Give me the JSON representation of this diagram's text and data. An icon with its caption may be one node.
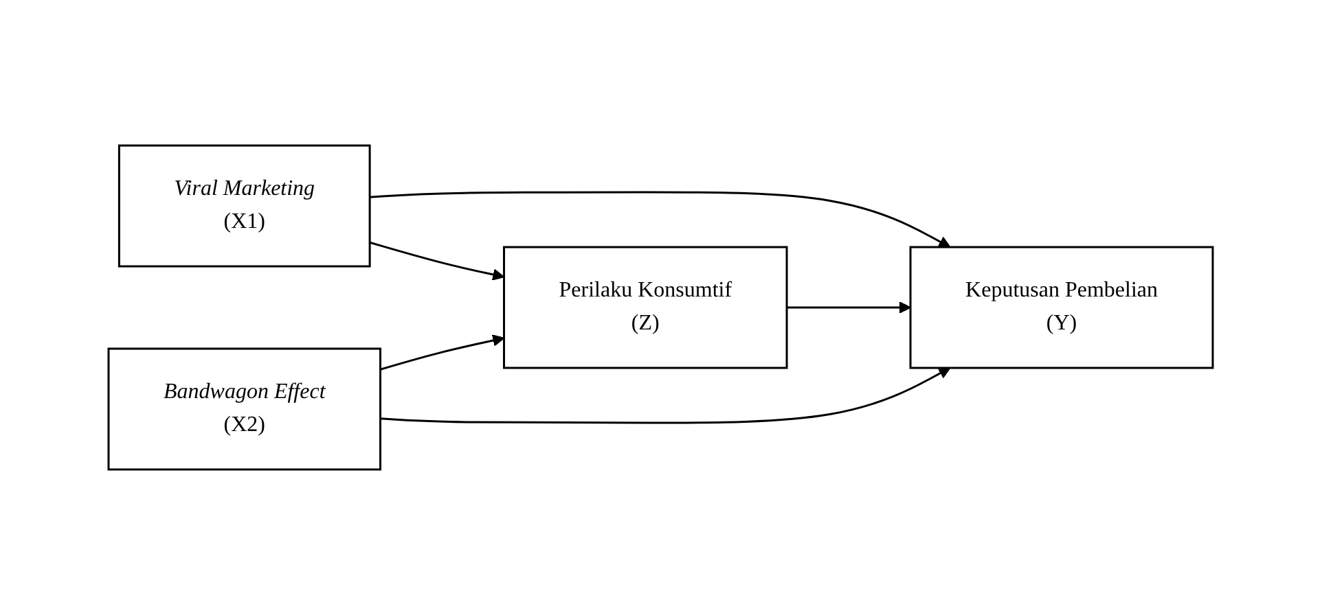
{
  "diagram": {
    "nodes": [
      {
        "text": [
          "Viral Marketing",
          "(X1)"
        ]
      },
      {
        "text": [
          "Bandwagon Effect",
          "(X2)"
        ]
      },
      {
        "text": [
          "Perilaku Konsumtif",
          "(Z)"
        ]
      },
      {
        "text": [
          "Keputusan Pembelian",
          "(Y)"
        ]
      }
    ],
    "edges": [
      {
        "from": 0,
        "to": 3,
        "arrow": "to"
      },
      {
        "from": 0,
        "to": 2,
        "arrow": "to"
      },
      {
        "from": 1,
        "to": 2,
        "arrow": "to"
      },
      {
        "from": 1,
        "to": 3,
        "arrow": "to"
      },
      {
        "from": 2,
        "to": 3,
        "arrow": "to"
      }
    ]
  }
}
